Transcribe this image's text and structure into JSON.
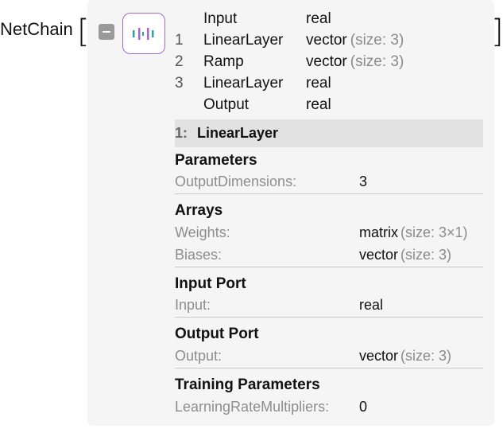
{
  "expression": {
    "head": "NetChain"
  },
  "chain": {
    "input_row": {
      "name": "Input",
      "type": "real"
    },
    "layers": [
      {
        "num": "1",
        "name": "LinearLayer",
        "type": "vector",
        "size": "(size: 3)"
      },
      {
        "num": "2",
        "name": "Ramp",
        "type": "vector",
        "size": "(size: 3)"
      },
      {
        "num": "3",
        "name": "LinearLayer",
        "type": "real",
        "size": ""
      }
    ],
    "output_row": {
      "name": "Output",
      "type": "real"
    }
  },
  "selected_layer": {
    "num": "1:",
    "name": "LinearLayer"
  },
  "sections": {
    "parameters": {
      "title": "Parameters",
      "rows": [
        {
          "key": "OutputDimensions:",
          "value": "3",
          "size": ""
        }
      ]
    },
    "arrays": {
      "title": "Arrays",
      "rows": [
        {
          "key": "Weights:",
          "value": "matrix",
          "size": "(size: 3×1)"
        },
        {
          "key": "Biases:",
          "value": "vector",
          "size": "(size: 3)"
        }
      ]
    },
    "input_port": {
      "title": "Input Port",
      "rows": [
        {
          "key": "Input:",
          "value": "real",
          "size": ""
        }
      ]
    },
    "output_port": {
      "title": "Output Port",
      "rows": [
        {
          "key": "Output:",
          "value": "vector",
          "size": "(size: 3)"
        }
      ]
    },
    "training": {
      "title": "Training Parameters",
      "rows": [
        {
          "key": "LearningRateMultipliers:",
          "value": "0",
          "size": ""
        }
      ]
    }
  },
  "icons": {
    "collapse": "minus-box-icon",
    "net": "netchain-icon"
  },
  "colors": {
    "panel_bg": "#f5f5f5",
    "selected_bg": "#e2e2e2",
    "icon_border": "#a06ad0",
    "muted": "#8d8d8d"
  }
}
